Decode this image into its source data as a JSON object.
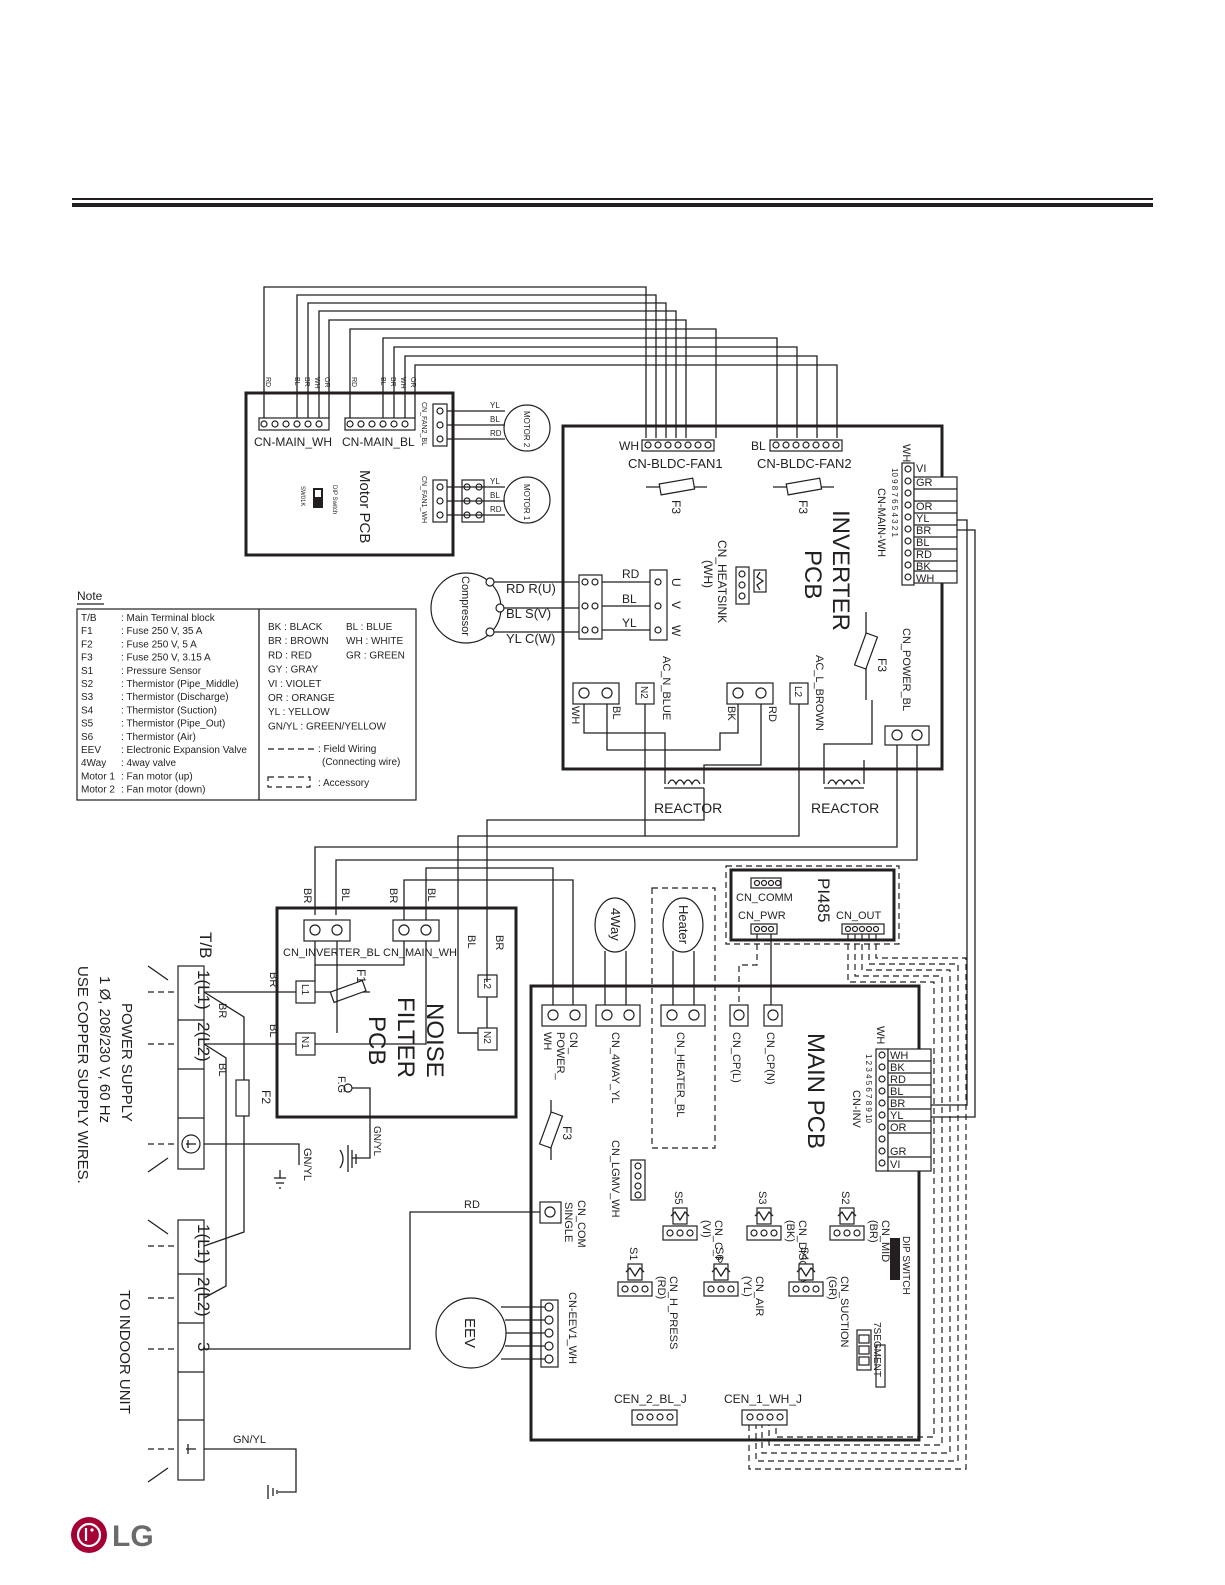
{
  "brand": {
    "logo_text": "LG",
    "logo_color": "#a50034"
  },
  "note": {
    "title": "Note",
    "left": [
      [
        "T/B",
        ": Main Terminal block"
      ],
      [
        "F1",
        ": Fuse 250 V, 35 A"
      ],
      [
        "F2",
        ": Fuse 250 V, 5 A"
      ],
      [
        "F3",
        ": Fuse 250 V, 3.15 A"
      ],
      [
        "S1",
        ": Pressure Sensor"
      ],
      [
        "S2",
        ": Thermistor (Pipe_Middle)"
      ],
      [
        "S3",
        ": Thermistor (Discharge)"
      ],
      [
        "S4",
        ": Thermistor (Suction)"
      ],
      [
        "S5",
        ": Thermistor (Pipe_Out)"
      ],
      [
        "S6",
        ": Thermistor (Air)"
      ],
      [
        "EEV",
        ": Electronic Expansion Valve"
      ],
      [
        "4Way",
        ": 4way valve"
      ],
      [
        "Motor 1",
        ": Fan motor (up)"
      ],
      [
        "Motor 2",
        ": Fan motor (down)"
      ]
    ],
    "colors_a": [
      "BK : BLACK",
      "BR : BROWN",
      "RD : RED",
      "GY : GRAY",
      "VI  : VIOLET",
      "OR : ORANGE",
      "YL  : YELLOW",
      "GN/YL : GREEN/YELLOW"
    ],
    "colors_b": [
      "BL : BLUE",
      "WH : WHITE",
      "GR : GREEN"
    ],
    "field_wiring": ": Field  Wiring",
    "connecting_wire": "(Connecting wire)",
    "accessory": ": Accessory"
  },
  "motor_pcb": {
    "title": "Motor PCB",
    "cn_main_wh": "CN-MAIN_WH",
    "cn_main_bl": "CN-MAIN_BL",
    "cn_fan2_bl": "CN_FAN2_BL",
    "cn_fan1_wh": "CN_FAN1_WH",
    "dip_switch": "DIP Switch",
    "sw01k": "SW01K",
    "wires_a": [
      "RD",
      "BL",
      "BR",
      "WH",
      "OR"
    ],
    "wires_b": [
      "RD",
      "BL",
      "BR",
      "WH",
      "OR"
    ],
    "motor2": "MOTOR 2",
    "motor1": "MOTOR 1",
    "motor_wires": [
      "YL",
      "BL",
      "RD"
    ]
  },
  "inverter_pcb": {
    "title_1": "INVERTER",
    "title_2": "PCB",
    "fan1_prefix": "WH",
    "fan1": "CN-BLDC-FAN1",
    "fan2_prefix": "BL",
    "fan2": "CN-BLDC-FAN2",
    "fuse": "F3",
    "heatsink": "CN_HEATSINK",
    "heatsink_sub": "(WH)",
    "cn_main_wh": "CN-MAIN-WH",
    "wh_prefix": "WH",
    "pin_numbers": "10 9 8 7 6 5 4 3 2 1",
    "main_wires": [
      "VI",
      "GR",
      "",
      "OR",
      "YL",
      "BR",
      "BL",
      "RD",
      "BK",
      "WH"
    ],
    "uvw": [
      "U",
      "V",
      "W"
    ],
    "uvw_wires": [
      "RD",
      "BL",
      "YL"
    ],
    "ac_n_blue": "AC_N_BLUE",
    "ac_l_brown": "AC_L_BROWN",
    "cn_power_bl": "CN_POWER_BL",
    "n2": "N2",
    "l2": "L2",
    "terminal_labels": [
      "WH",
      "BL",
      "BK",
      "RD"
    ]
  },
  "compressor": {
    "label": "Compressor",
    "wires": [
      "RD R(U)",
      "BL  S(V)",
      "YL C(W)"
    ]
  },
  "reactor": "REACTOR",
  "noise_filter": {
    "title_1": "NOISE",
    "title_2": "FILTER",
    "title_3": "PCB",
    "cn_inverter_bl": "CN_INVERTER_BL",
    "cn_main_wh": "CN_MAIN_WH",
    "l1": "L1",
    "n1": "N1",
    "l2": "L2",
    "n2": "N2",
    "f1": "F1",
    "f2": "F2",
    "fg": "F.G",
    "gnyl": "GN/YL",
    "wires_top": [
      "BR",
      "BL",
      "BR",
      "BL"
    ],
    "wires_right": [
      "BL",
      "BR"
    ]
  },
  "pi485": {
    "title": "PI485",
    "cn_comm": "CN_COMM",
    "cn_pwr": "CN_PWR",
    "cn_out": "CN_OUT"
  },
  "valves": {
    "fourway": "4Way",
    "heater": "Heater"
  },
  "main_pcb": {
    "title": "MAIN PCB",
    "cn_power": "CN_\nPOWER_\nWH",
    "cn_4way": "CN_4WAY_YL",
    "cn_heater": "CN_HEATER_BL",
    "cn_cp_l": "CN_CP(L)",
    "cn_cp_n": "CN_CP(N)",
    "cn_inv": "CN-INV",
    "wh_prefix": "WH",
    "pin_numbers": "1 2 3 4 5 6 7 8 9 10",
    "inv_wires": [
      "WH",
      "BK",
      "RD",
      "BL",
      "BR",
      "YL",
      "OR",
      "",
      "GR",
      "VI"
    ],
    "f3": "F3",
    "cn_lgmv": "CN_LGMV_WH",
    "cn_com_single": "CN_COM\nSINGLE",
    "sensors": [
      {
        "id": "S5",
        "name": "CN_C_PIPE",
        "color": "(VI)"
      },
      {
        "id": "S3",
        "name": "CN_DISCHA",
        "color": "(BK)"
      },
      {
        "id": "S2",
        "name": "CN_MID",
        "color": "(BR)"
      },
      {
        "id": "S1",
        "name": "CN_H_PRESS",
        "color": "(RD)"
      },
      {
        "id": "S6",
        "name": "CN_AIR",
        "color": "(YL)"
      },
      {
        "id": "S4",
        "name": "CN_SUCTION",
        "color": "(GR)"
      }
    ],
    "dip_switch": "DIP SWITCH",
    "seven_segment": "7SEGMENT",
    "cn_eev": "CN-EEV1_WH",
    "cen2": "CEN_2_BL_J",
    "cen1": "CEN_1_WH_J",
    "rd": "RD"
  },
  "eev": "EEV",
  "terminal_block": {
    "label": "T/B",
    "power": [
      "1(L1)",
      "2(L2)"
    ],
    "indoor": [
      "1(L1)",
      "2(L2)",
      "3"
    ],
    "power_supply": "POWER SUPPLY",
    "power_spec": "1 Ø, 208/230 V, 60 Hz",
    "copper": "USE COPPER SUPPLY WIRES.",
    "to_indoor": "TO INDOOR UNIT",
    "gnyl": "GN/YL",
    "br": "BR",
    "bl": "BL"
  }
}
